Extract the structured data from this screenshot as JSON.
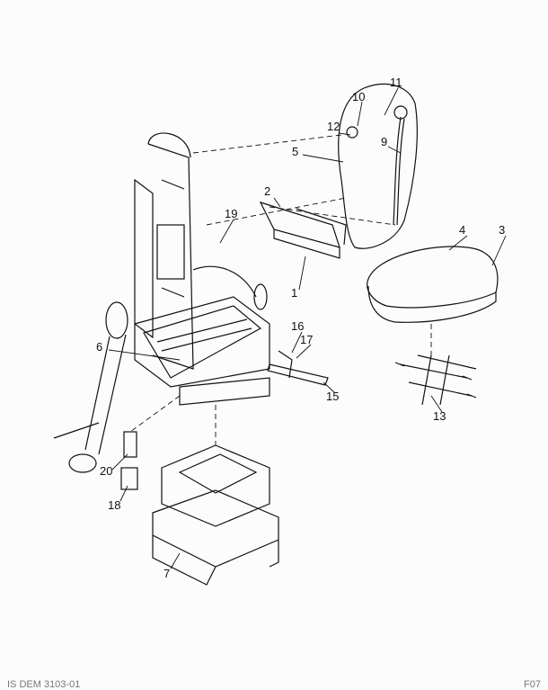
{
  "callouts": [
    {
      "id": "11",
      "label": "11"
    },
    {
      "id": "10",
      "label": "10"
    },
    {
      "id": "12",
      "label": "12"
    },
    {
      "id": "9",
      "label": "9"
    },
    {
      "id": "5",
      "label": "5"
    },
    {
      "id": "2",
      "label": "2"
    },
    {
      "id": "4",
      "label": "4"
    },
    {
      "id": "3",
      "label": "3"
    },
    {
      "id": "19",
      "label": "19"
    },
    {
      "id": "1",
      "label": "1"
    },
    {
      "id": "16",
      "label": "16"
    },
    {
      "id": "17",
      "label": "17"
    },
    {
      "id": "6",
      "label": "6"
    },
    {
      "id": "15",
      "label": "15"
    },
    {
      "id": "13",
      "label": "13"
    },
    {
      "id": "20",
      "label": "20"
    },
    {
      "id": "18",
      "label": "18"
    },
    {
      "id": "7",
      "label": "7"
    }
  ],
  "footer": {
    "left": "IS DEM 3103-01",
    "right": "F07"
  }
}
